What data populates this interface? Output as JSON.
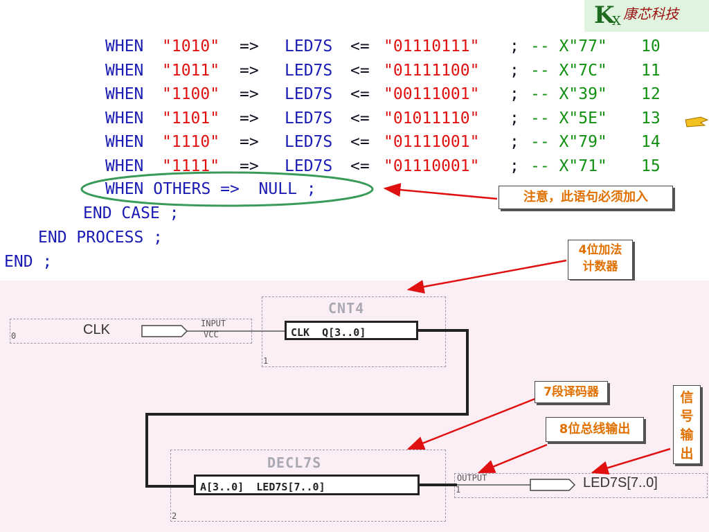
{
  "logo": {
    "mark": "K",
    "sub": "X",
    "text": "康芯科技"
  },
  "code_lines": [
    {
      "indent": "    ",
      "kw": "WHEN",
      "val": "\"1010\"",
      "arrow": "=>",
      "sig": "LED7S",
      "assign": "<=",
      "code": "\"01110111\"",
      "semi": ";",
      "comment": "-- X\"77\"",
      "num": "10"
    },
    {
      "indent": "    ",
      "kw": "WHEN",
      "val": "\"1011\"",
      "arrow": "=>",
      "sig": "LED7S",
      "assign": "<=",
      "code": "\"01111100\"",
      "semi": ";",
      "comment": "-- X\"7C\"",
      "num": "11"
    },
    {
      "indent": "    ",
      "kw": "WHEN",
      "val": "\"1100\"",
      "arrow": "=>",
      "sig": "LED7S",
      "assign": "<=",
      "code": "\"00111001\"",
      "semi": ";",
      "comment": "-- X\"39\"",
      "num": "12"
    },
    {
      "indent": "    ",
      "kw": "WHEN",
      "val": "\"1101\"",
      "arrow": "=>",
      "sig": "LED7S",
      "assign": "<=",
      "code": "\"01011110\"",
      "semi": ";",
      "comment": "-- X\"5E\"",
      "num": "13"
    },
    {
      "indent": "    ",
      "kw": "WHEN",
      "val": "\"1110\"",
      "arrow": "=>",
      "sig": "LED7S",
      "assign": "<=",
      "code": "\"01111001\"",
      "semi": ";",
      "comment": "-- X\"79\"",
      "num": "14"
    },
    {
      "indent": "    ",
      "kw": "WHEN",
      "val": "\"1111\"",
      "arrow": "=>",
      "sig": "LED7S",
      "assign": "<=",
      "code": "\"01110001\"",
      "semi": ";",
      "comment": "-- X\"71\"",
      "num": "15"
    }
  ],
  "others_line": "WHEN OTHERS =>  NULL ;",
  "end_case": "END CASE ;",
  "end_process": "END PROCESS ;",
  "end": "END ;",
  "notes": {
    "others_note": "注意，此语句必须加入",
    "counter_note_1": "4位加法",
    "counter_note_2": "计数器",
    "decoder_note": "7段译码器",
    "bus_note": "8位总线输出",
    "signal_note": [
      "信",
      "号",
      "输",
      "出"
    ]
  },
  "schematic": {
    "clk_label": "CLK",
    "clk_pin_index": "0",
    "input_tag": "INPUT",
    "vcc_tag": "VCC",
    "cnt_title": "CNT4",
    "cnt_pins": "CLK  Q[3..0]",
    "cnt_index": "1",
    "dec_title": "DECL7S",
    "dec_pins": "A[3..0]  LED7S[7..0]",
    "dec_index": "2",
    "output_tag": "OUTPUT",
    "out_index": "1",
    "out_label": "LED7S[7..0]"
  },
  "colors": {
    "keyword": "#1a1ab4",
    "string": "#e01010",
    "comment": "#109010",
    "annotation": "#e07000",
    "arrow": "#e01010",
    "ellipse": "#3a9a5a"
  }
}
